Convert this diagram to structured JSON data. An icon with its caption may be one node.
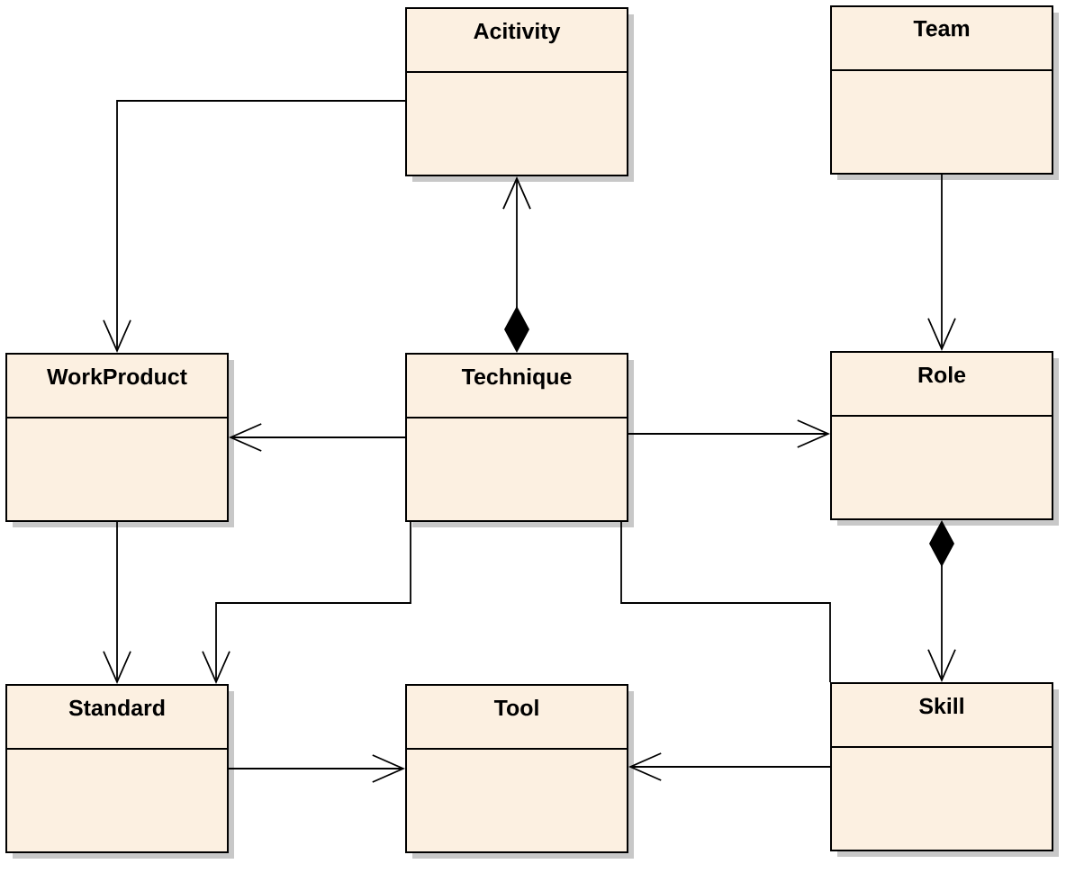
{
  "diagram": {
    "nodes": [
      {
        "text": [
          "Acitivity"
        ]
      },
      {
        "text": [
          "Team"
        ]
      },
      {
        "text": [
          "WorkProduct"
        ]
      },
      {
        "text": [
          "Technique"
        ]
      },
      {
        "text": [
          "Role"
        ]
      },
      {
        "text": [
          "Standard"
        ]
      },
      {
        "text": [
          "Tool"
        ]
      },
      {
        "text": [
          "Skill"
        ]
      }
    ],
    "edges": [
      {
        "from": 0,
        "to": 2,
        "arrow": "to"
      },
      {
        "from": 3,
        "to": 0,
        "arrow": "to"
      },
      {
        "from": 1,
        "to": 4,
        "arrow": "to"
      },
      {
        "from": 3,
        "to": 2,
        "arrow": "to"
      },
      {
        "from": 3,
        "to": 4,
        "arrow": "to"
      },
      {
        "from": 4,
        "to": 7,
        "arrow": "to"
      },
      {
        "from": 2,
        "to": 5,
        "arrow": "to"
      },
      {
        "from": 3,
        "to": 5,
        "arrow": "to"
      },
      {
        "from": 3,
        "to": 7,
        "arrow": "none"
      },
      {
        "from": 5,
        "to": 6,
        "arrow": "to"
      },
      {
        "from": 7,
        "to": 6,
        "arrow": "to"
      }
    ]
  }
}
